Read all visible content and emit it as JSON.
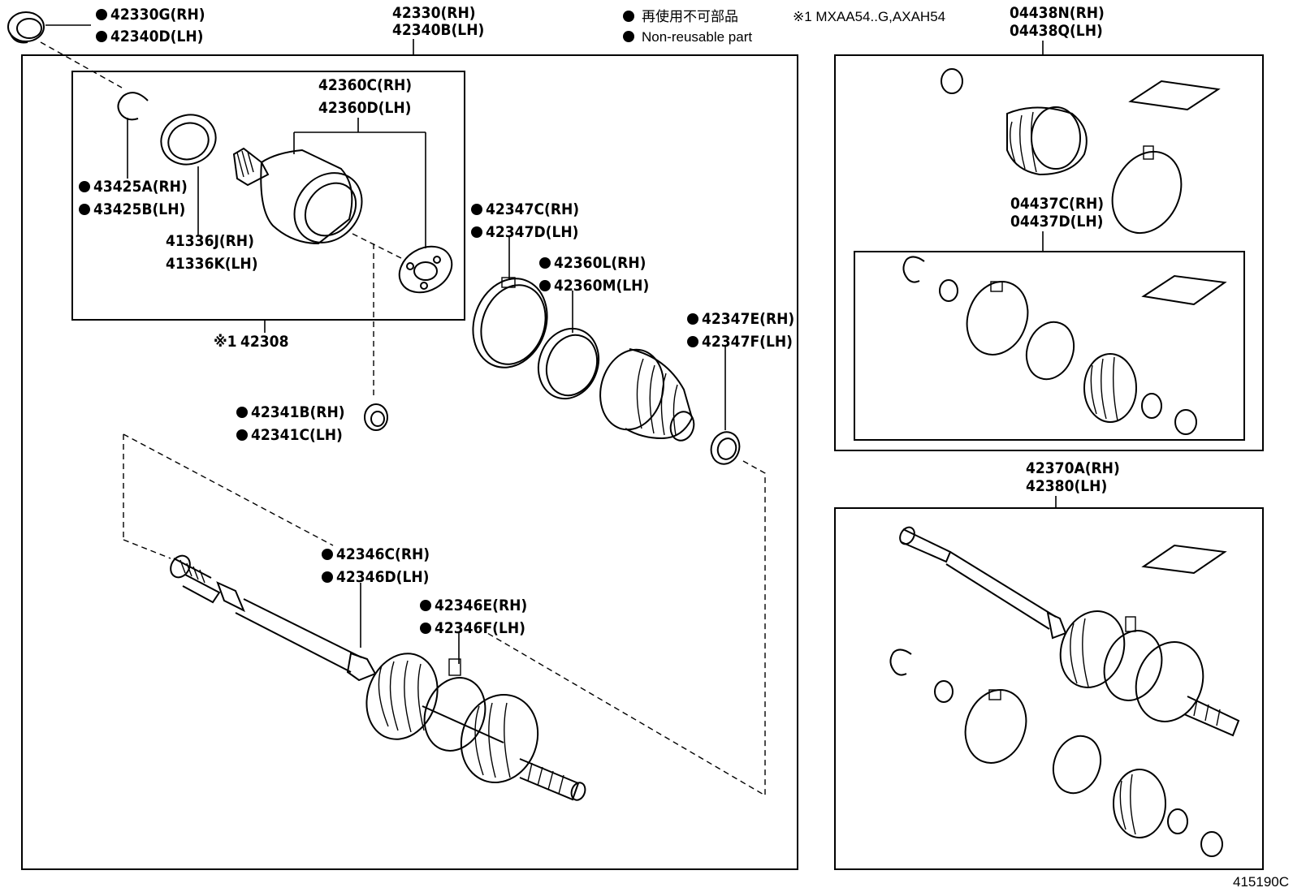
{
  "legend": {
    "line1": "再使用不可部品",
    "line2": "Non-reusable part",
    "note": "※1 MXAA54..G,AXAH54"
  },
  "labels": {
    "hub_nut_rh": "42330G(RH)",
    "hub_nut_lh": "42340D(LH)",
    "shaft_assy_rh": "42330(RH)",
    "shaft_assy_lh": "42340B(LH)",
    "inboard_joint_rh": "42360C(RH)",
    "inboard_joint_lh": "42360D(LH)",
    "snap_ring_a": "43425A(RH)",
    "snap_ring_b": "43425B(LH)",
    "dust_deflector_rh": "41336J(RH)",
    "dust_deflector_lh": "41336K(LH)",
    "joint_set_prefix": "※1",
    "joint_set": "42308",
    "boot_clamp_c": "42347C(RH)",
    "boot_clamp_d": "42347D(LH)",
    "boot_band_l": "42360L(RH)",
    "boot_band_m": "42360M(LH)",
    "small_clamp_e": "42347E(RH)",
    "small_clamp_f": "42347F(LH)",
    "ring_b": "42341B(RH)",
    "ring_c": "42341C(LH)",
    "boot_clamp_46c": "42346C(RH)",
    "boot_clamp_46d": "42346D(LH)",
    "boot_clamp_46e": "42346E(RH)",
    "boot_clamp_46f": "42346F(LH)",
    "boot_kit_n": "04438N(RH)",
    "boot_kit_q": "04438Q(LH)",
    "boot_kit_c": "04437C(RH)",
    "boot_kit_d": "04437D(LH)",
    "outboard_rh": "42370A(RH)",
    "outboard_lh": "42380(LH)",
    "figure_id": "415190C"
  }
}
